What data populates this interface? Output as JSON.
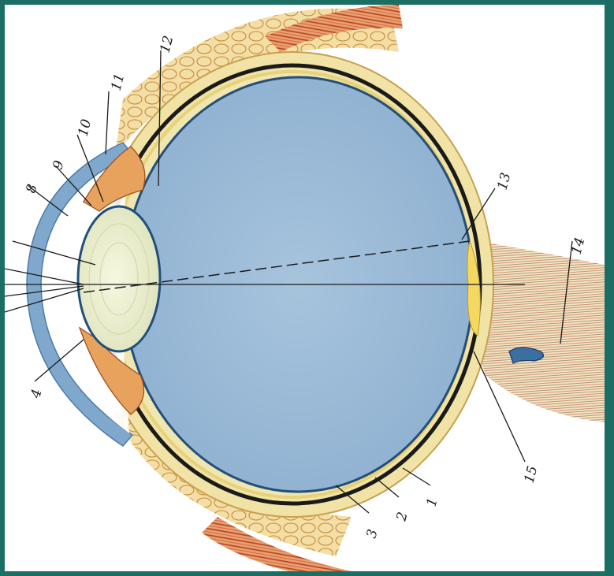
{
  "labels": {
    "l1": "1",
    "l2": "2",
    "l3": "3",
    "l4": "4",
    "l8": "8",
    "l9": "9",
    "l10": "10",
    "l11": "11",
    "l12": "12",
    "l13": "13",
    "l14": "14",
    "l15": "15"
  },
  "colors": {
    "frame_border": "#1b6e63",
    "vitreous": "#9cbbd6",
    "sclera": "#f1e3a6",
    "tissue": "#f3e2b0",
    "muscle": "#c84a2c",
    "cornea": "#7fa8cc",
    "lens": "#eef0d2",
    "choroid": "#1a1a1a"
  }
}
